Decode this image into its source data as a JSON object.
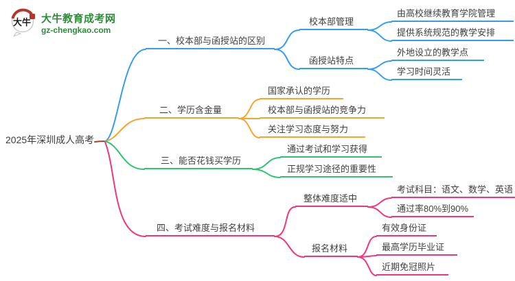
{
  "logo": {
    "icon_text": "大牛",
    "title": "大牛教育成考网",
    "url": "gz-chengkao.com"
  },
  "root": {
    "label": "2025年深圳成人高考"
  },
  "colors": {
    "blue": "#339df2",
    "orange": "#f7a42a",
    "green": "#2cc56e",
    "pink": "#f2347c",
    "root_stub": "#a2402e",
    "text": "#3f3f3f",
    "logo_green": "#2e8b3a",
    "logo_red": "#b5342c"
  },
  "branches": [
    {
      "label": "一、校本部与函授站的区别",
      "color": "blue",
      "children": [
        {
          "label": "校本部管理",
          "children": [
            {
              "label": "由高校继续教育学院管理"
            },
            {
              "label": "提供系统规范的教学安排"
            }
          ]
        },
        {
          "label": "函授站特点",
          "children": [
            {
              "label": "外地设立的教学点"
            },
            {
              "label": "学习时间灵活"
            }
          ]
        }
      ]
    },
    {
      "label": "二、学历含金量",
      "color": "orange",
      "children": [
        {
          "label": "国家承认的学历"
        },
        {
          "label": "校本部与函授站的竞争力"
        },
        {
          "label": "关注学习态度与努力"
        }
      ]
    },
    {
      "label": "三、能否花钱买学历",
      "color": "green",
      "children": [
        {
          "label": "通过考试和学习获得"
        },
        {
          "label": "正规学习途径的重要性"
        }
      ]
    },
    {
      "label": "四、考试难度与报名材料",
      "color": "pink",
      "children": [
        {
          "label": "整体难度适中",
          "children": [
            {
              "label": "考试科目：语文、数学、英语"
            },
            {
              "label": "通过率80%到90%"
            }
          ]
        },
        {
          "label": "报名材料",
          "children": [
            {
              "label": "有效身份证"
            },
            {
              "label": "最高学历毕业证"
            },
            {
              "label": "近期免冠照片"
            }
          ]
        }
      ]
    }
  ]
}
